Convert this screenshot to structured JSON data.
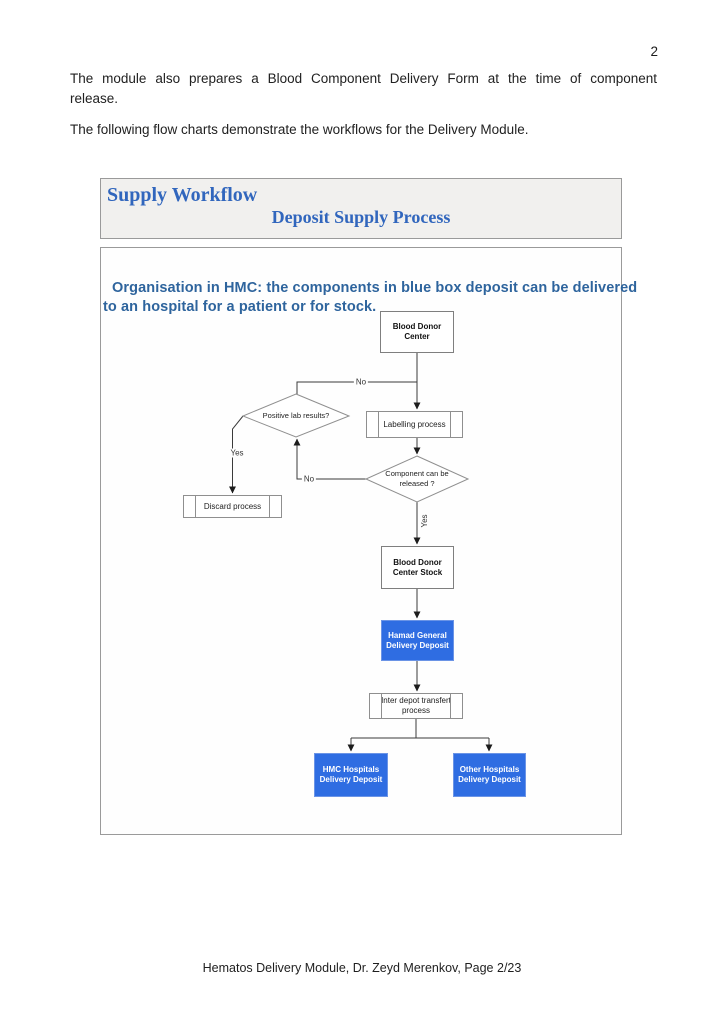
{
  "page": {
    "number": "2",
    "paragraph1_line1": "The module also prepares a Blood Component Delivery Form at the time of component",
    "paragraph1_line2": "release.",
    "paragraph2": "The following flow charts demonstrate the workflows for the Delivery Module.",
    "footer": "Hematos Delivery Module, Dr. Zeyd Merenkov, Page 2/23"
  },
  "figure": {
    "header": {
      "title": "Supply Workflow",
      "subtitle": "Deposit Supply Process"
    },
    "note_line1": "Organisation in HMC: the components in blue box deposit can be delivered",
    "note_line2": "to an hospital for a patient or for stock.",
    "flowchart": {
      "nodes": {
        "blood_donor_center": {
          "line1": "Blood Donor",
          "line2": "Center"
        },
        "labelling_process": {
          "line1": "Labelling process",
          "line2": ""
        },
        "positive_lab_results": {
          "line1": "Positive lab results?",
          "line2": ""
        },
        "component_released": {
          "line1": "Component can be",
          "line2": "released ?"
        },
        "discard_process": {
          "line1": "Discard process",
          "line2": ""
        },
        "blood_donor_center_stock": {
          "line1": "Blood Donor",
          "line2": "Center Stock"
        },
        "hamad_general_delivery_deposit": {
          "line1": "Hamad General",
          "line2": "Delivery Deposit"
        },
        "inter_depot_transfert": {
          "line1": "Inter depot transfert",
          "line2": "process"
        },
        "hmc_hospitals_delivery_deposit": {
          "line1": "HMC Hospitals",
          "line2": "Delivery Deposit"
        },
        "other_hospitals_delivery_deposit": {
          "line1": "Other Hospitals",
          "line2": "Delivery Deposit"
        }
      },
      "edge_labels": {
        "no_top": "No",
        "no_loop": "No",
        "yes_discard": "Yes",
        "yes_release": "Yes"
      }
    },
    "colors": {
      "header_text": "#3166bd",
      "note_text": "#2e649d",
      "deposit_box_fill": "#2f6de2",
      "connector_line": "#3b3b3b"
    }
  }
}
